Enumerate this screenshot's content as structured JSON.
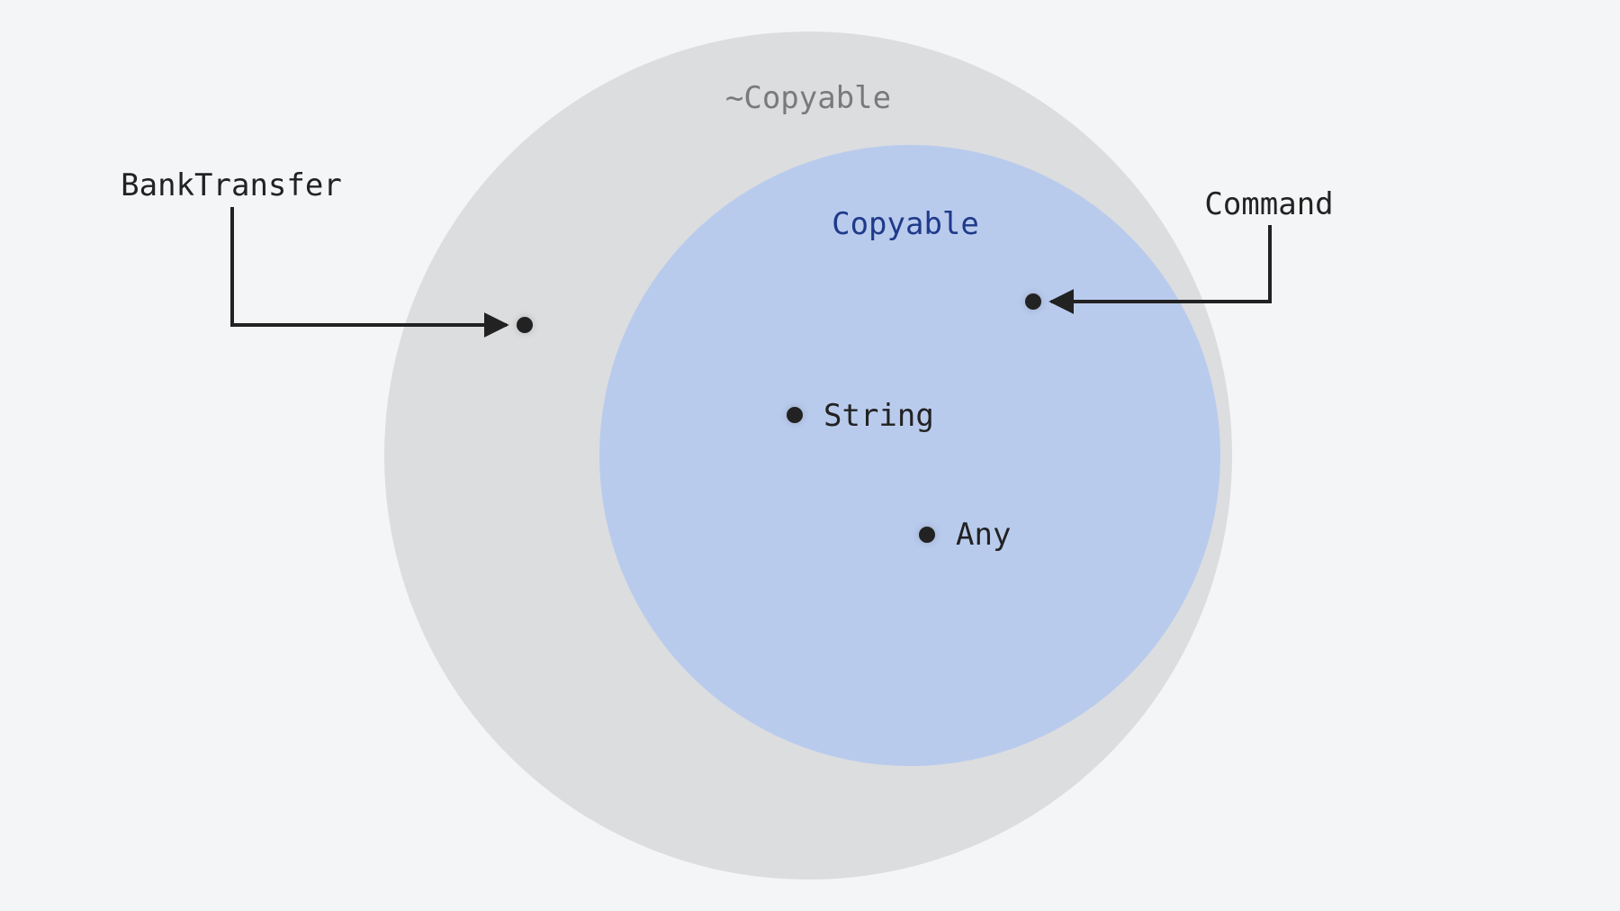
{
  "colors": {
    "background": "#f4f5f7",
    "outer_set": "#dcdddf",
    "inner_set": "#b9cbed",
    "outer_label": "#7a7a7c",
    "inner_label": "#1f3a8a",
    "ink": "#222222"
  },
  "sets": {
    "outer_label": "~Copyable",
    "inner_label": "Copyable"
  },
  "members": {
    "string_label": "String",
    "any_label": "Any"
  },
  "callouts": {
    "bank_transfer_label": "BankTransfer",
    "command_label": "Command"
  }
}
